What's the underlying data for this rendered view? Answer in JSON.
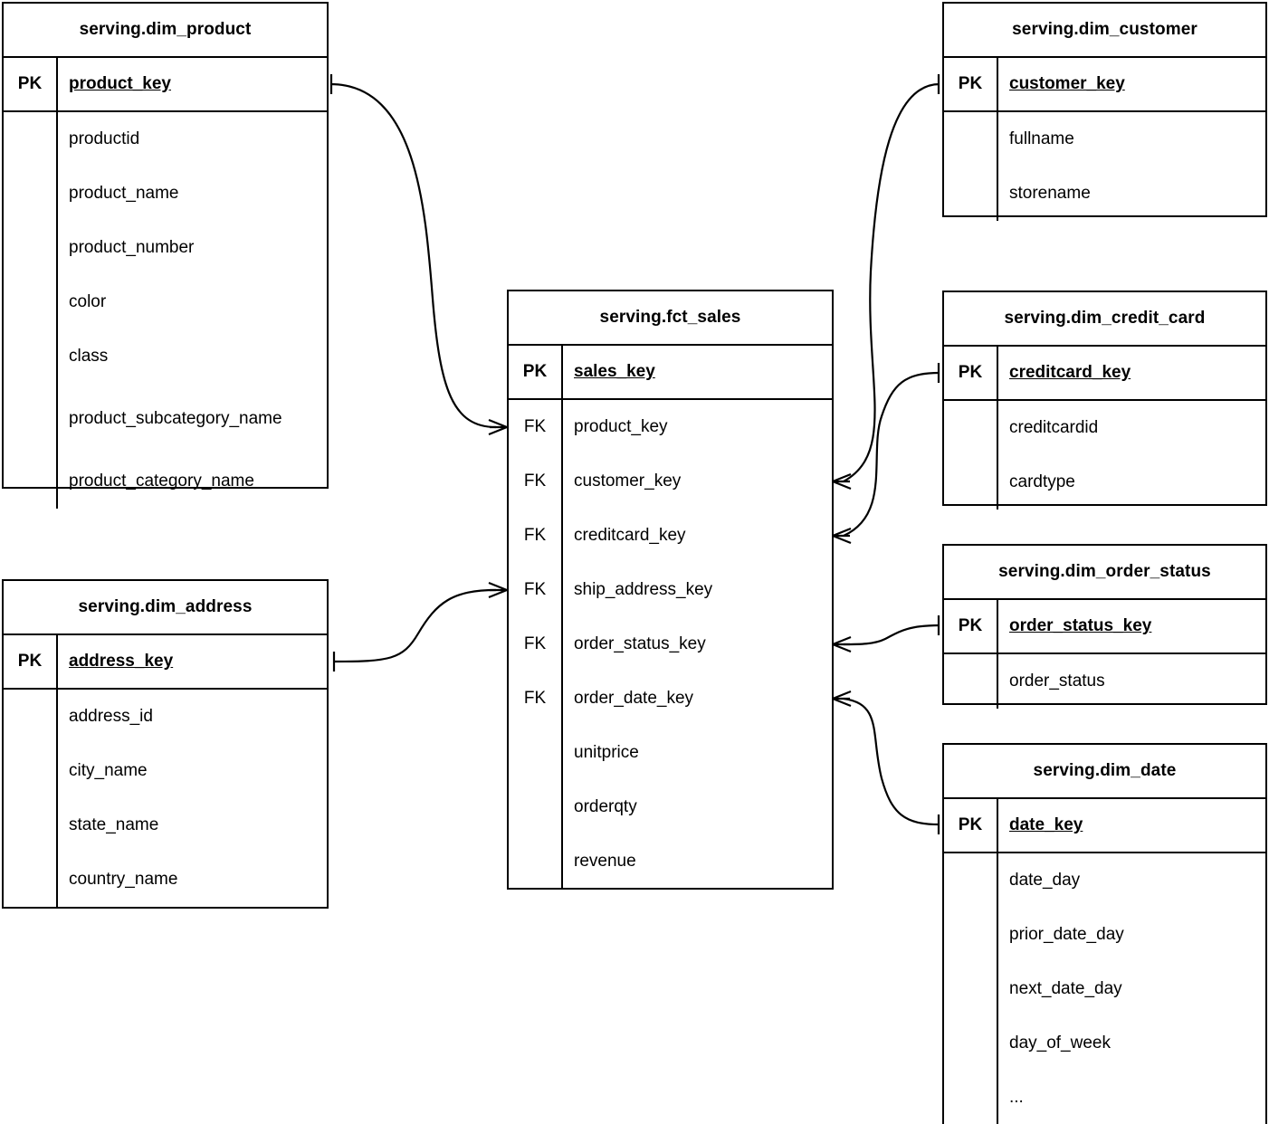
{
  "diagram": {
    "title": "serving layer star schema",
    "notation": "crow's foot (IE) ERD",
    "background_color": "#ffffff",
    "line_color": "#000000",
    "key_labels": {
      "primary": "PK",
      "foreign": "FK",
      "none": ""
    }
  },
  "entities": [
    {
      "id": "dim_product",
      "name": "serving.dim_product",
      "pk": {
        "key": "PK",
        "field": "product_key"
      },
      "fields": [
        {
          "key": "",
          "name": "productid",
          "wrap": false
        },
        {
          "key": "",
          "name": "product_name",
          "wrap": false
        },
        {
          "key": "",
          "name": "product_number",
          "wrap": false
        },
        {
          "key": "",
          "name": "color",
          "wrap": false
        },
        {
          "key": "",
          "name": "class",
          "wrap": false
        },
        {
          "key": "",
          "name": "product_subcategory_name",
          "wrap": true
        },
        {
          "key": "",
          "name": "product_category_name",
          "wrap": false
        }
      ]
    },
    {
      "id": "dim_address",
      "name": "serving.dim_address",
      "pk": {
        "key": "PK",
        "field": "address_key"
      },
      "fields": [
        {
          "key": "",
          "name": "address_id",
          "wrap": false
        },
        {
          "key": "",
          "name": "city_name",
          "wrap": false
        },
        {
          "key": "",
          "name": "state_name",
          "wrap": false
        },
        {
          "key": "",
          "name": "country_name",
          "wrap": false
        }
      ]
    },
    {
      "id": "fct_sales",
      "name": "serving.fct_sales",
      "pk": {
        "key": "PK",
        "field": "sales_key"
      },
      "fields": [
        {
          "key": "FK",
          "name": "product_key",
          "wrap": false
        },
        {
          "key": "FK",
          "name": "customer_key",
          "wrap": false
        },
        {
          "key": "FK",
          "name": "creditcard_key",
          "wrap": false
        },
        {
          "key": "FK",
          "name": "ship_address_key",
          "wrap": false
        },
        {
          "key": "FK",
          "name": "order_status_key",
          "wrap": false
        },
        {
          "key": "FK",
          "name": "order_date_key",
          "wrap": false
        },
        {
          "key": "",
          "name": "unitprice",
          "wrap": false
        },
        {
          "key": "",
          "name": "orderqty",
          "wrap": false
        },
        {
          "key": "",
          "name": "revenue",
          "wrap": false
        }
      ]
    },
    {
      "id": "dim_customer",
      "name": "serving.dim_customer",
      "pk": {
        "key": "PK",
        "field": "customer_key"
      },
      "fields": [
        {
          "key": "",
          "name": "fullname",
          "wrap": false
        },
        {
          "key": "",
          "name": "storename",
          "wrap": false
        }
      ]
    },
    {
      "id": "dim_credit_card",
      "name": "serving.dim_credit_card",
      "pk": {
        "key": "PK",
        "field": "creditcard_key"
      },
      "fields": [
        {
          "key": "",
          "name": "creditcardid",
          "wrap": false
        },
        {
          "key": "",
          "name": "cardtype",
          "wrap": false
        }
      ]
    },
    {
      "id": "dim_order_status",
      "name": "serving.dim_order_status",
      "pk": {
        "key": "PK",
        "field": "order_status_key"
      },
      "fields": [
        {
          "key": "",
          "name": "order_status",
          "wrap": false
        }
      ]
    },
    {
      "id": "dim_date",
      "name": "serving.dim_date",
      "pk": {
        "key": "PK",
        "field": "date_key"
      },
      "fields": [
        {
          "key": "",
          "name": "date_day",
          "wrap": false
        },
        {
          "key": "",
          "name": "prior_date_day",
          "wrap": false
        },
        {
          "key": "",
          "name": "next_date_day",
          "wrap": false
        },
        {
          "key": "",
          "name": "day_of_week",
          "wrap": false
        },
        {
          "key": "",
          "name": "...",
          "wrap": false
        }
      ]
    }
  ],
  "relationships": [
    {
      "id": "rel-product",
      "from_entity": "dim_product",
      "from_field": "product_key",
      "to_entity": "fct_sales",
      "to_field": "product_key",
      "cardinality": "one-to-many"
    },
    {
      "id": "rel-address",
      "from_entity": "dim_address",
      "from_field": "address_key",
      "to_entity": "fct_sales",
      "to_field": "ship_address_key",
      "cardinality": "one-to-many"
    },
    {
      "id": "rel-customer",
      "from_entity": "dim_customer",
      "from_field": "customer_key",
      "to_entity": "fct_sales",
      "to_field": "customer_key",
      "cardinality": "one-to-many"
    },
    {
      "id": "rel-creditcard",
      "from_entity": "dim_credit_card",
      "from_field": "creditcard_key",
      "to_entity": "fct_sales",
      "to_field": "creditcard_key",
      "cardinality": "one-to-many"
    },
    {
      "id": "rel-orderstatus",
      "from_entity": "dim_order_status",
      "from_field": "order_status_key",
      "to_entity": "fct_sales",
      "to_field": "order_status_key",
      "cardinality": "one-to-many"
    },
    {
      "id": "rel-date",
      "from_entity": "dim_date",
      "from_field": "date_key",
      "to_entity": "fct_sales",
      "to_field": "order_date_key",
      "cardinality": "one-to-many"
    }
  ]
}
